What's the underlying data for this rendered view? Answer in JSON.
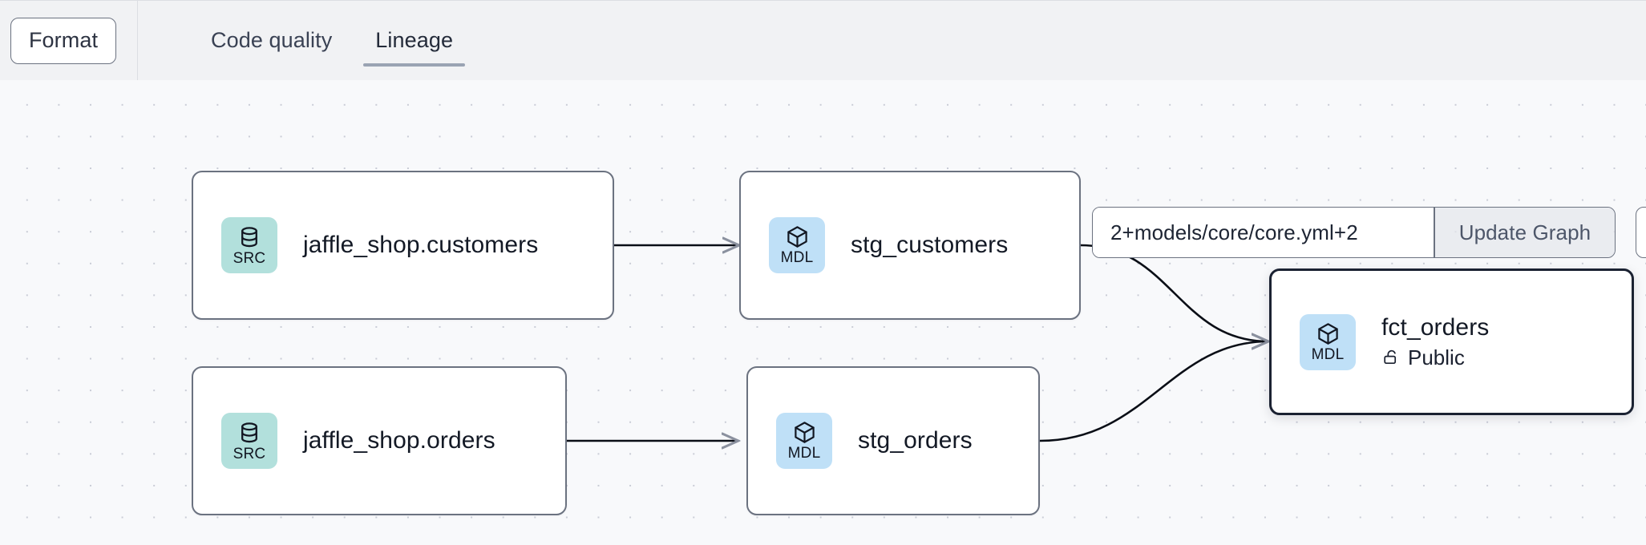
{
  "toolbar": {
    "format_label": "Format",
    "tabs": [
      {
        "label": "Code quality",
        "active": false
      },
      {
        "label": "Lineage",
        "active": true
      }
    ]
  },
  "selector": {
    "value": "2+models/core/core.yml+2",
    "placeholder": "2+models/core/core.yml+2",
    "update_label": "Update Graph"
  },
  "colors": {
    "canvas_bg": "#f8f9fb",
    "header_bg": "#f1f2f4",
    "grid_dot": "#c9ccd6",
    "node_border": "#6b7280",
    "node_selected_border": "#1b2232",
    "badge_src_bg": "#b2e0dc",
    "badge_mdl_bg": "#bfe0f7",
    "tab_underline": "#9aa3b3",
    "edge_stroke": "#0a0e16"
  },
  "graph": {
    "nodes": [
      {
        "id": "src_customers",
        "badge_kind": "src",
        "badge_label": "SRC",
        "badge_icon": "database-icon",
        "title": "jaffle_shop.customers",
        "subtitle": null,
        "selected": false
      },
      {
        "id": "stg_customers",
        "badge_kind": "mdl",
        "badge_label": "MDL",
        "badge_icon": "cube-icon",
        "title": "stg_customers",
        "subtitle": null,
        "selected": false
      },
      {
        "id": "src_orders",
        "badge_kind": "src",
        "badge_label": "SRC",
        "badge_icon": "database-icon",
        "title": "jaffle_shop.orders",
        "subtitle": null,
        "selected": false
      },
      {
        "id": "stg_orders",
        "badge_kind": "mdl",
        "badge_label": "MDL",
        "badge_icon": "cube-icon",
        "title": "stg_orders",
        "subtitle": null,
        "selected": false
      },
      {
        "id": "fct_orders",
        "badge_kind": "mdl",
        "badge_label": "MDL",
        "badge_icon": "cube-icon",
        "title": "fct_orders",
        "subtitle": "Public",
        "subtitle_icon": "unlock-icon",
        "selected": true
      }
    ],
    "edges": [
      {
        "from": "src_customers",
        "to": "stg_customers"
      },
      {
        "from": "src_orders",
        "to": "stg_orders"
      },
      {
        "from": "stg_customers",
        "to": "fct_orders"
      },
      {
        "from": "stg_orders",
        "to": "fct_orders"
      }
    ]
  }
}
